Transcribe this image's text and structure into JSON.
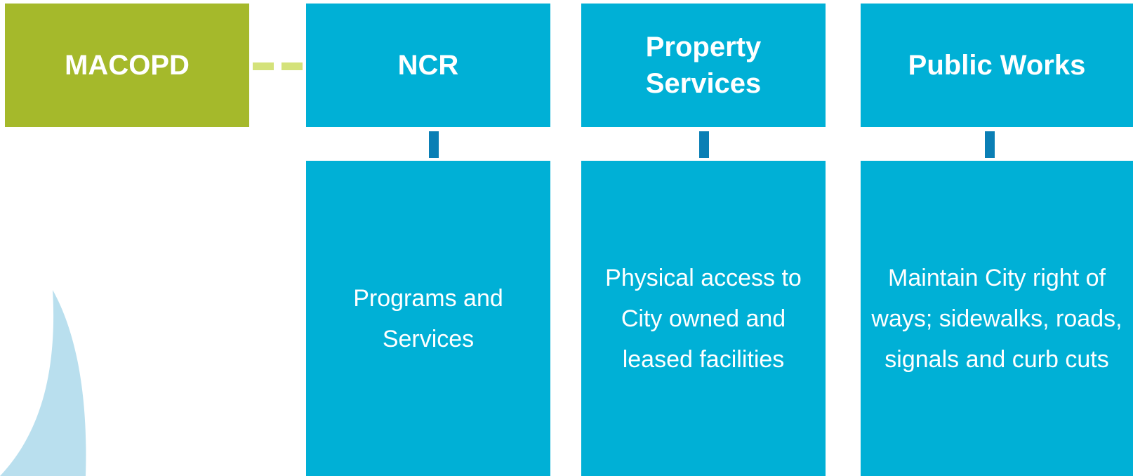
{
  "diagram": {
    "macopd": {
      "label": "MACOPD",
      "color": "#a5b92b"
    },
    "departments": [
      {
        "title": "NCR",
        "description": "Programs and Services"
      },
      {
        "title": "Property Services",
        "description": "Physical access to City owned and leased facilities"
      },
      {
        "title": "Public Works",
        "description": "Maintain City right of ways; sidewalks, roads, signals and curb cuts"
      }
    ],
    "colors": {
      "box": "#00b0d6",
      "connector": "#0a7fb5",
      "dashed_connector": "#d4e27a",
      "decoration": "#b9dfee"
    }
  }
}
